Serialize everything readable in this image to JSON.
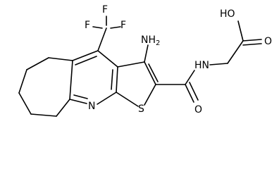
{
  "molecule": {
    "labels": {
      "F_top": "F",
      "F_left": "F",
      "F_right": "F",
      "amino": "NH",
      "amino_sub": "2",
      "amide_nh": "HN",
      "carbonyl_o": "O",
      "acid_oh": "HO",
      "acid_o": "O",
      "ring_n": "N",
      "ring_s": "S"
    }
  }
}
